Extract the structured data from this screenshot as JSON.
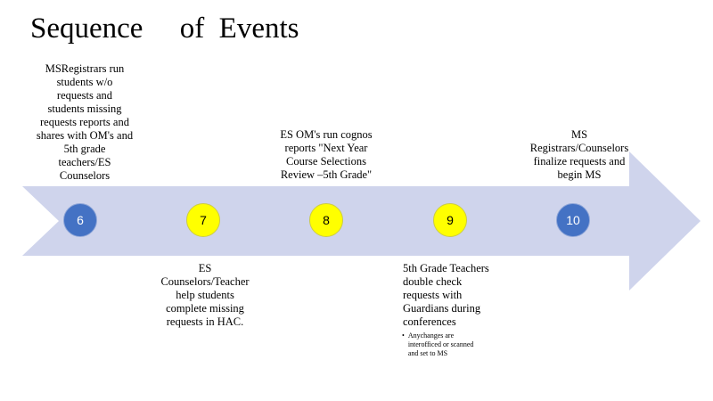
{
  "title": "Sequence     of  Events",
  "colors": {
    "arrow": "#cfd4ec",
    "blue": "#4472c4",
    "yellow": "#ffff00"
  },
  "milestones": [
    {
      "number": "6",
      "color": "blue"
    },
    {
      "number": "7",
      "color": "yellow"
    },
    {
      "number": "8",
      "color": "yellow"
    },
    {
      "number": "9",
      "color": "yellow"
    },
    {
      "number": "10",
      "color": "blue"
    }
  ],
  "labels": {
    "m6": [
      "MSRegistrars run",
      "students w/o",
      "requests and",
      "students missing",
      "requests reports  and",
      "shares with OM's and",
      "5th grade",
      "teachers/ES",
      "Counselors"
    ],
    "m7": [
      "ES",
      "Counselors/Teacher",
      "help students",
      "complete missing",
      "requests in HAC."
    ],
    "m8": [
      "ES OM's run cognos",
      "reports \"Next Year",
      "Course Selections",
      "Review –5th  Grade\""
    ],
    "m9": [
      "5th Grade  Teachers",
      "double check",
      "requests with",
      "Guardians during",
      "conferences"
    ],
    "m10": [
      "MS",
      "Registrars/Counselors",
      "finalize requests and",
      "begin MS"
    ]
  },
  "note": {
    "bullet": "•",
    "lines": [
      "Anychanges  are",
      "interofficed  or scanned",
      "and  set to MS"
    ]
  }
}
